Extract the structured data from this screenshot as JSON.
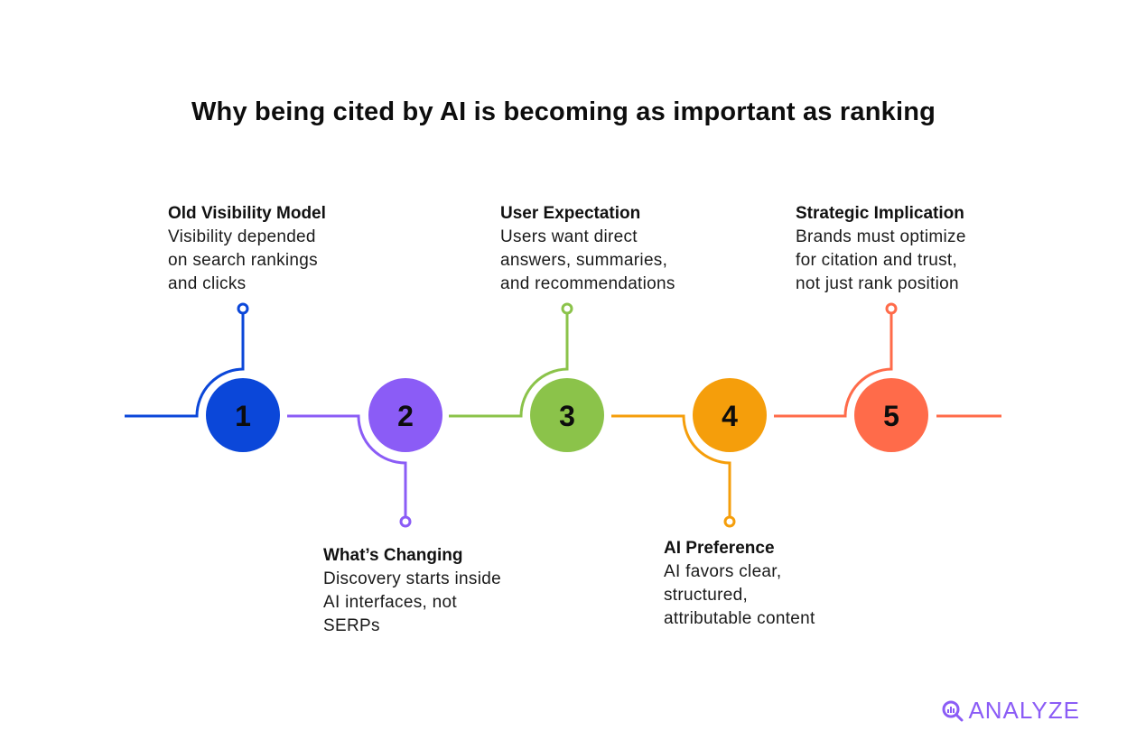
{
  "title": "Why being cited by AI is becoming as important as ranking",
  "steps": [
    {
      "number": "1",
      "heading": "Old Visibility Model",
      "description": "Visibility depended\non search rankings\nand clicks",
      "color": "#0b47d9",
      "position": "above"
    },
    {
      "number": "2",
      "heading": "What’s Changing",
      "description": "Discovery starts inside\nAI interfaces, not\nSERPs",
      "color": "#8b5cf6",
      "position": "below"
    },
    {
      "number": "3",
      "heading": "User Expectation",
      "description": "Users want direct\nanswers, summaries,\nand recommendations",
      "color": "#8bc34a",
      "position": "above"
    },
    {
      "number": "4",
      "heading": "AI Preference",
      "description": "AI favors clear,\nstructured,\nattributable content",
      "color": "#f59e0b",
      "position": "below"
    },
    {
      "number": "5",
      "heading": "Strategic Implication",
      "description": "Brands must optimize\nfor citation and trust,\nnot just rank position",
      "color": "#ff6b4a",
      "position": "above"
    }
  ],
  "logo": {
    "text": "ANALYZE",
    "icon": "magnifier-chart-icon",
    "color": "#8b5cf6"
  }
}
